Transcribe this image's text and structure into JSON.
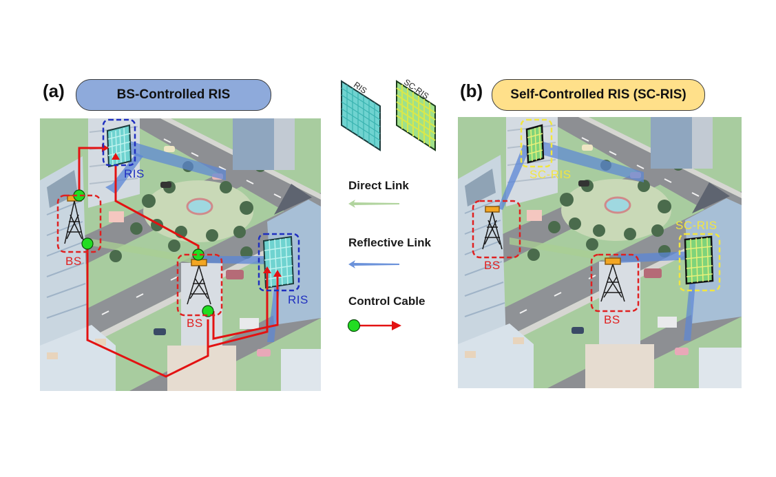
{
  "panels": {
    "a": {
      "label": "(a)",
      "title": "BS-Controlled RIS",
      "title_bg": "#8eaadb",
      "bs_tag": "BS",
      "ris_tag": "RIS"
    },
    "b": {
      "label": "(b)",
      "title": "Self-Controlled RIS (SC-RIS)",
      "title_bg": "#ffe08a",
      "bs_tag": "BS",
      "ris_tag": "SC-RIS"
    }
  },
  "legend": {
    "ris_icon_label": "RIS",
    "scris_icon_label": "SC-RIS",
    "direct_link": "Direct Link",
    "reflective_link": "Reflective Link",
    "control_cable": "Control Cable"
  },
  "colors": {
    "bs_box": "#e02020",
    "ris_box": "#1f2fbf",
    "scris_box": "#f2e640",
    "direct_link": "#a9cf93",
    "reflective_link": "#5b86d6",
    "control_cable": "#e31212",
    "control_node": "#22dd22"
  }
}
